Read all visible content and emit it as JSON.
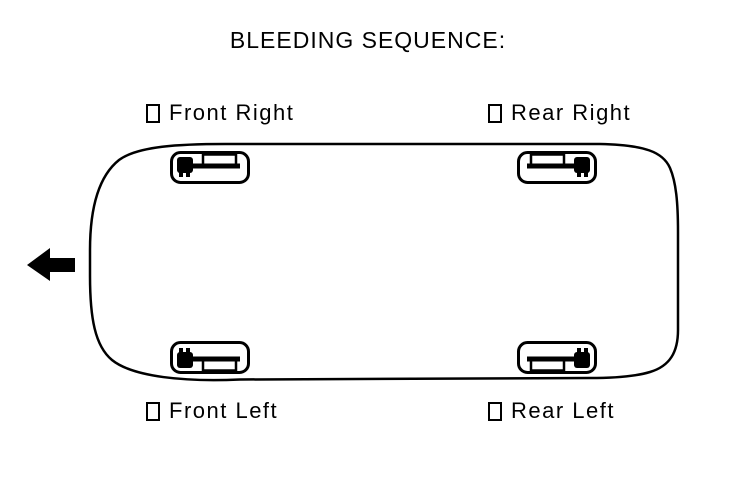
{
  "title": "BLEEDING SEQUENCE:",
  "wheels": [
    {
      "position": "front-right",
      "label": "Front Right"
    },
    {
      "position": "rear-right",
      "label": "Rear Right"
    },
    {
      "position": "front-left",
      "label": "Front Left"
    },
    {
      "position": "rear-left",
      "label": "Rear Left"
    }
  ],
  "icons": {
    "sequence_marker": "empty-box-glyph",
    "front_direction": "left-arrow",
    "wheel_symbol": "brake-caliper-in-wheel"
  },
  "colors": {
    "ink": "#000000",
    "background": "#ffffff"
  }
}
